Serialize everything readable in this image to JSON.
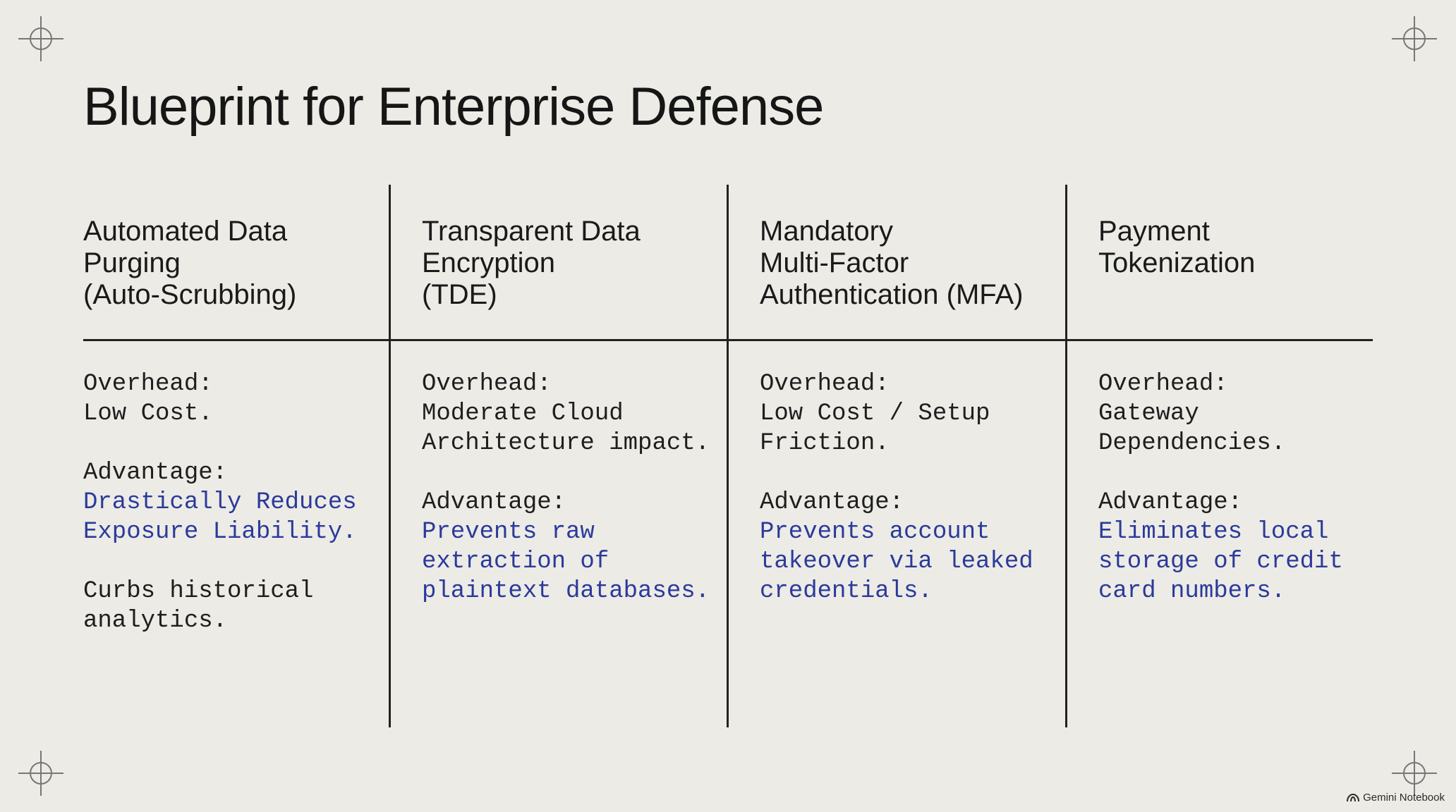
{
  "title": "Blueprint for Enterprise Defense",
  "colors": {
    "background": "#ecebe6",
    "text": "#1d1d1d",
    "accent": "#2b3a9a",
    "rule": "#222222"
  },
  "columns": [
    {
      "heading": [
        "Automated Data",
        "Purging",
        "(Auto-Scrubbing)"
      ],
      "overhead_label": "Overhead:",
      "overhead": [
        "Low Cost."
      ],
      "advantage_label": "Advantage:",
      "advantage": [
        "Drastically Reduces",
        "Exposure Liability."
      ],
      "note": [
        "Curbs historical",
        "analytics."
      ]
    },
    {
      "heading": [
        "Transparent Data",
        "Encryption",
        "(TDE)"
      ],
      "overhead_label": "Overhead:",
      "overhead": [
        "Moderate Cloud",
        "Architecture impact."
      ],
      "advantage_label": "Advantage:",
      "advantage": [
        "Prevents raw",
        "extraction of",
        "plaintext databases."
      ],
      "note": []
    },
    {
      "heading": [
        "Mandatory",
        "Multi-Factor",
        "Authentication (MFA)"
      ],
      "overhead_label": "Overhead:",
      "overhead": [
        "Low Cost / Setup",
        "Friction."
      ],
      "advantage_label": "Advantage:",
      "advantage": [
        "Prevents account",
        "takeover via leaked",
        "credentials."
      ],
      "note": []
    },
    {
      "heading": [
        "Payment",
        "Tokenization"
      ],
      "overhead_label": "Overhead:",
      "overhead": [
        "Gateway",
        "Dependencies."
      ],
      "advantage_label": "Advantage:",
      "advantage": [
        "Eliminates local",
        "storage of credit",
        "card numbers."
      ],
      "note": []
    }
  ],
  "brand": {
    "label": "Gemini Notebook",
    "icon": "gemini-logo-icon"
  }
}
